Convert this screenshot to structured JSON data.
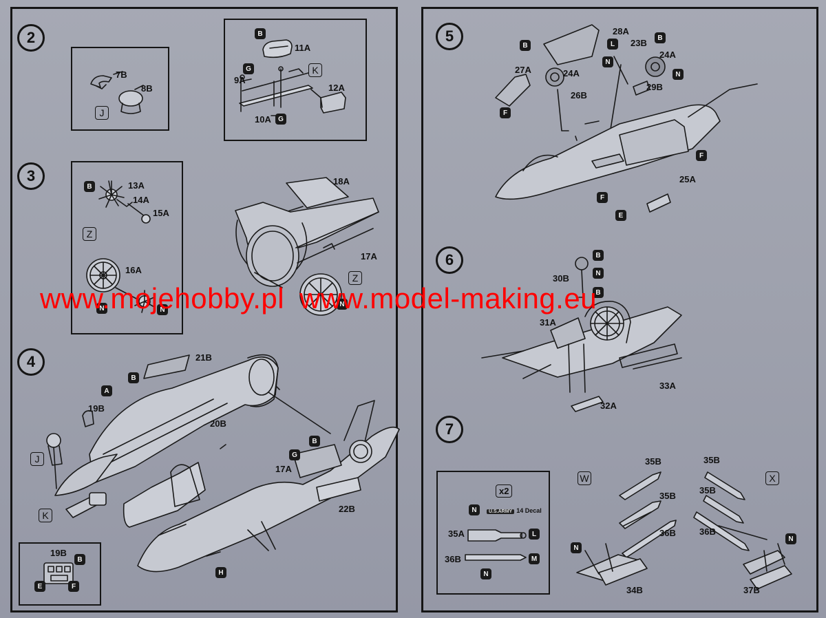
{
  "watermark": [
    "www.mojehobby.pl",
    "www.model-making.eu"
  ],
  "steps": [
    "2",
    "3",
    "4",
    "5",
    "6",
    "7"
  ],
  "multiplier": "x2",
  "decal": {
    "tag": "U.S.ARMY",
    "text": "14 Decal"
  },
  "parts": {
    "p7b": "7B",
    "p8b": "8B",
    "p11a": "11A",
    "p9a": "9A",
    "p10a": "10A",
    "p12a": "12A",
    "p13a": "13A",
    "p14a": "14A",
    "p15a": "15A",
    "p16a": "16A",
    "p18a": "18A",
    "p17a_3": "17A",
    "p21b": "21B",
    "p19b": "19B",
    "p20b": "20B",
    "p17a_4": "17A",
    "p22b": "22B",
    "p19b_inset": "19B",
    "p28a": "28A",
    "p23b": "23B",
    "p24a_l": "24A",
    "p24a_r": "24A",
    "p27a": "27A",
    "p26b": "26B",
    "p29b": "29B",
    "p25a": "25A",
    "p30b": "30B",
    "p31a": "31A",
    "p32a": "32A",
    "p33a": "33A",
    "p35a": "35A",
    "p36b": "36B",
    "p35b_1": "35B",
    "p35b_2": "35B",
    "p36b_w": "36B",
    "p34b": "34B",
    "p35b_3": "35B",
    "p35b_4": "35B",
    "p36b_x": "36B",
    "p37b": "37B"
  },
  "black_tags": {
    "s2_b": "B",
    "s2_g1": "G",
    "s2_g2": "G",
    "s3_b": "B",
    "s3_n1": "N",
    "s3_n2": "N",
    "s3_n3": "N",
    "s4_b1": "B",
    "s4_a": "A",
    "s4_b2": "B",
    "s4_g": "G",
    "s4_h": "H",
    "s4_i_b": "B",
    "s4_i_e": "E",
    "s4_i_f": "F",
    "s5_b1": "B",
    "s5_b2": "B",
    "s5_l": "L",
    "s5_n1": "N",
    "s5_n2": "N",
    "s5_f1": "F",
    "s5_f2": "F",
    "s5_f3": "F",
    "s5_e": "E",
    "s6_b": "B",
    "s6_n": "N",
    "s6_b2": "B",
    "s7_n1": "N",
    "s7_l": "L",
    "s7_m": "M",
    "s7_n2": "N",
    "s7_n3": "N",
    "s7_n4": "N"
  },
  "outline_tags": {
    "s2_j": "J",
    "s2_k": "K",
    "s3_z1": "Z",
    "s3_z2": "Z",
    "s4_j": "J",
    "s4_k": "K",
    "s7_w": "W",
    "s7_x": "X"
  }
}
